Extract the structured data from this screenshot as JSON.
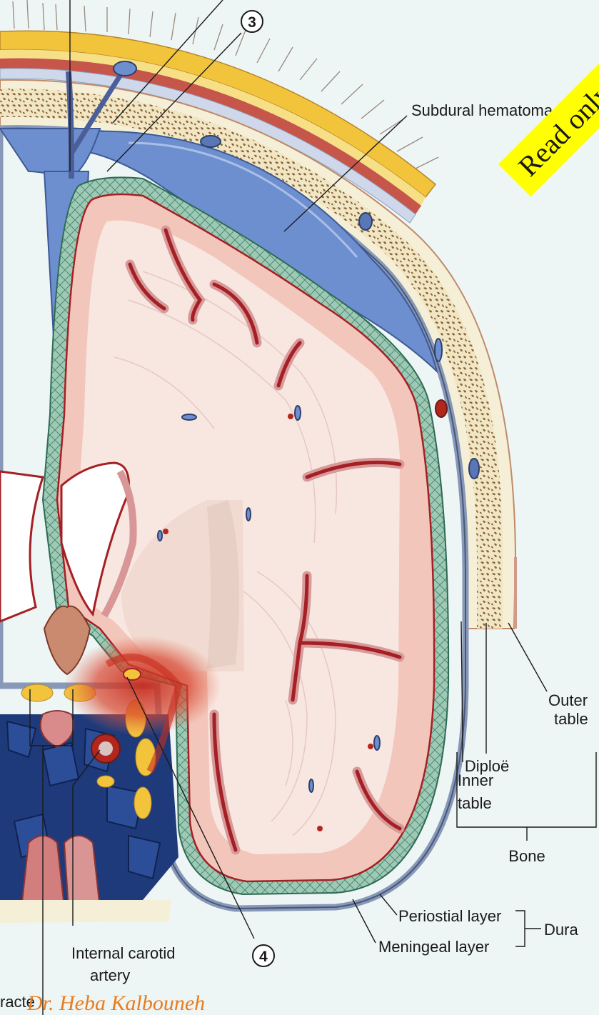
{
  "labels": {
    "subdural_hematoma": "Subdural hematoma",
    "diploe": "Diploë",
    "outer_table_1": "Outer",
    "outer_table_2": "table",
    "inner_table_1": "Inner",
    "inner_table_2": "table",
    "bone": "Bone",
    "periostial_layer": "Periostial layer",
    "meningeal_layer": "Meningeal layer",
    "dura": "Dura",
    "internal_carotid_1": "Internal carotid",
    "internal_carotid_2": "artery",
    "left_edge_fragment": "racte"
  },
  "markers": {
    "three": "3",
    "four": "4"
  },
  "stamp_text": "Read only",
  "author": "Dr. Heba Kalbouneh",
  "colors": {
    "background": "#eef5f5",
    "skin_fat": "#f2c43c",
    "scalp_red": "#c0392b",
    "hematoma_blue": "#6e8fcf",
    "arachnoid_green": "#98c6b1",
    "cortex_pink": "#f3c6bb",
    "white_matter": "#f8e7e0",
    "bone_ivory": "#f4efd6",
    "diploe_brown": "#a07a4c",
    "vessel_red": "#b3261e",
    "stamp_yellow": "#ffff00",
    "author_orange": "#e87c1e"
  }
}
